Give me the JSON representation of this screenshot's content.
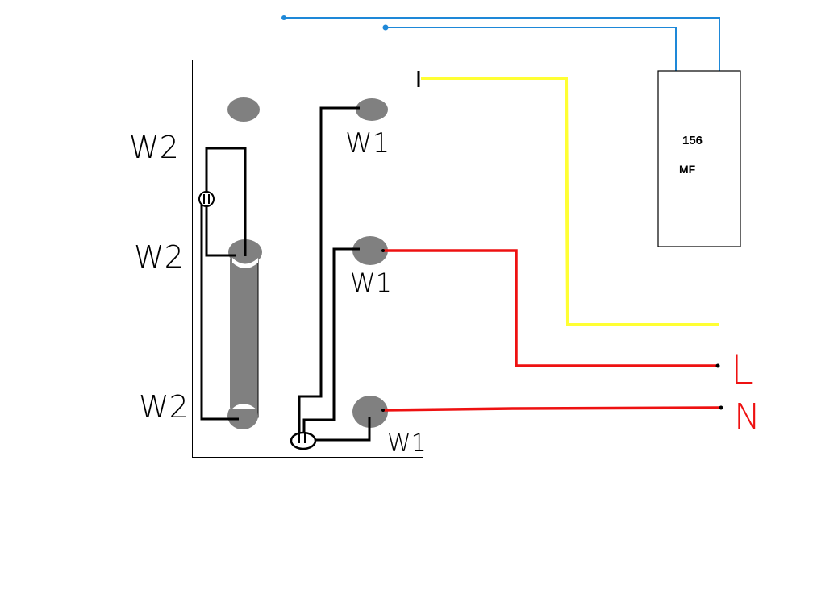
{
  "labels": {
    "w2_top": "W2",
    "w2_mid": "W2",
    "w2_bottom": "W2",
    "w1_top": "W1",
    "w1_mid": "W1",
    "w1_bottom": "W1",
    "capacitor_value": "156",
    "capacitor_unit": "MF",
    "line": "L",
    "neutral": "N"
  },
  "colors": {
    "background": "#ffffff",
    "terminal_fill": "#808080",
    "winding_link": "#000000",
    "line_wire": "#ee1111",
    "neutral_wire": "#ee1111",
    "capacitor_wire": "#ffff33",
    "capacitor_leads": "#1e88d8",
    "outline": "#000000"
  }
}
